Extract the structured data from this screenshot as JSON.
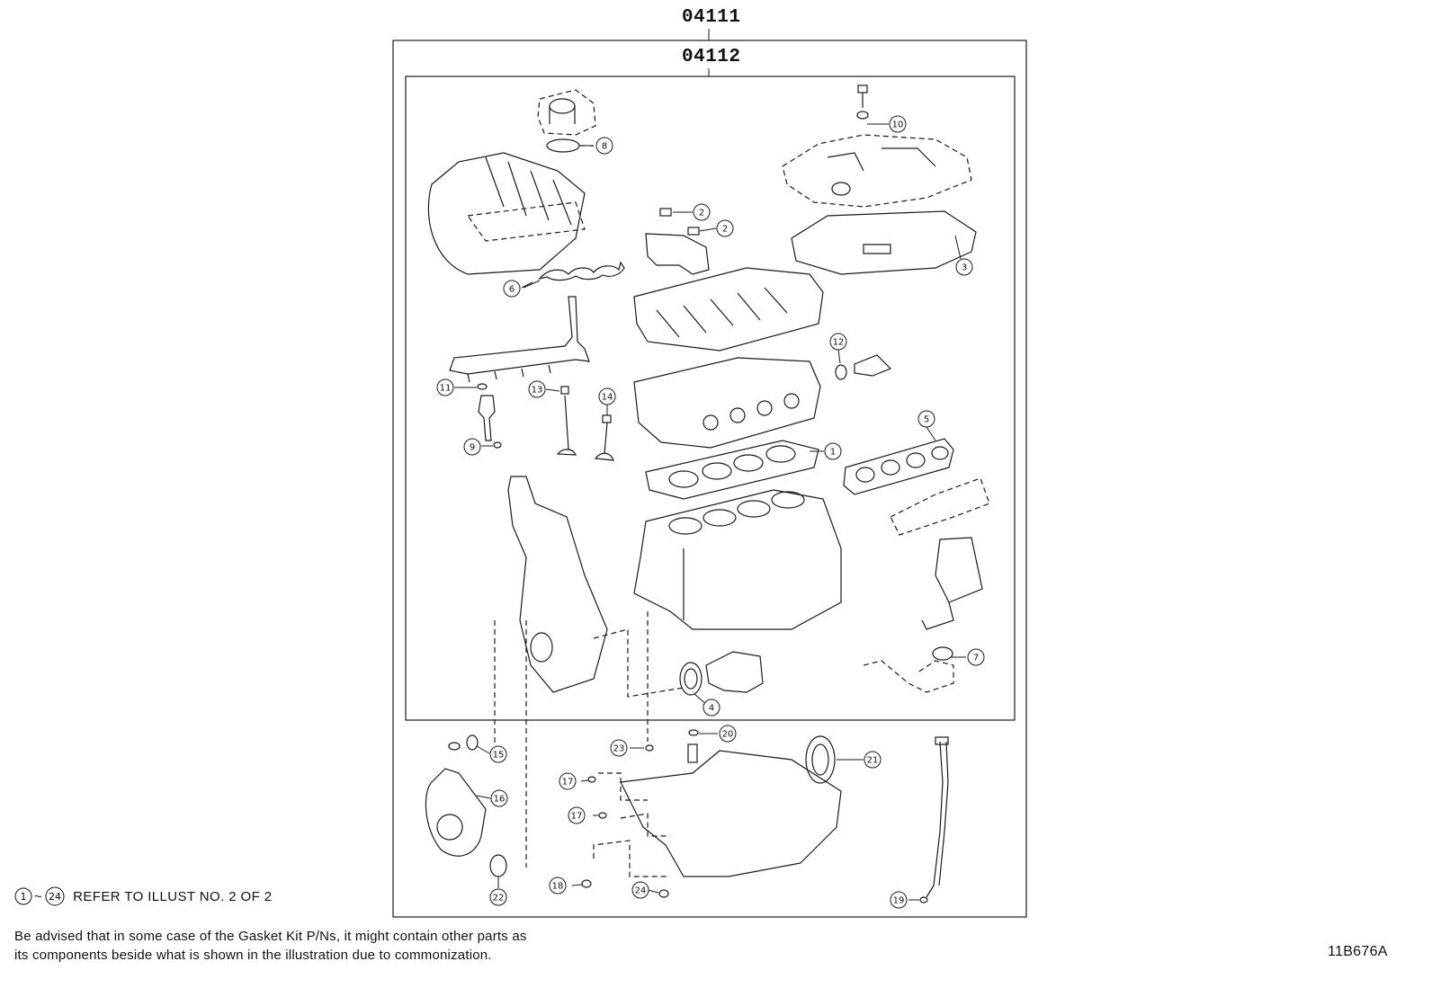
{
  "kit_outer": {
    "part_number": "04111"
  },
  "kit_inner": {
    "part_number": "04112"
  },
  "callouts": [
    {
      "id": "c1",
      "label": "1"
    },
    {
      "id": "c2a",
      "label": "2"
    },
    {
      "id": "c2b",
      "label": "2"
    },
    {
      "id": "c3",
      "label": "3"
    },
    {
      "id": "c4",
      "label": "4"
    },
    {
      "id": "c5",
      "label": "5"
    },
    {
      "id": "c6",
      "label": "6"
    },
    {
      "id": "c7",
      "label": "7"
    },
    {
      "id": "c8",
      "label": "8"
    },
    {
      "id": "c9",
      "label": "9"
    },
    {
      "id": "c10",
      "label": "10"
    },
    {
      "id": "c11",
      "label": "11"
    },
    {
      "id": "c12",
      "label": "12"
    },
    {
      "id": "c13",
      "label": "13"
    },
    {
      "id": "c14",
      "label": "14"
    },
    {
      "id": "c15",
      "label": "15"
    },
    {
      "id": "c16",
      "label": "16"
    },
    {
      "id": "c17a",
      "label": "17"
    },
    {
      "id": "c17b",
      "label": "17"
    },
    {
      "id": "c18",
      "label": "18"
    },
    {
      "id": "c19",
      "label": "19"
    },
    {
      "id": "c20",
      "label": "20"
    },
    {
      "id": "c21",
      "label": "21"
    },
    {
      "id": "c22",
      "label": "22"
    },
    {
      "id": "c23",
      "label": "23"
    },
    {
      "id": "c24",
      "label": "24"
    }
  ],
  "refer_note": {
    "from_label": "1",
    "tilde": "~",
    "to_label": "24",
    "text": "REFER TO ILLUST NO. 2 OF 2"
  },
  "advisory": {
    "line1": "Be advised that in some case of the Gasket Kit P/Ns,  it might contain other parts as",
    "line2": "its components beside what is shown in the illustration due to commonization."
  },
  "illustration_id": "11B676A"
}
